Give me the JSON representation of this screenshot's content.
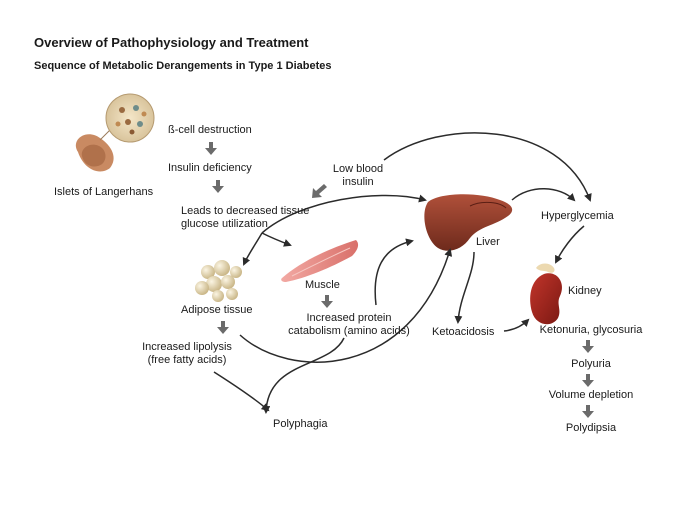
{
  "header": {
    "title": "Overview of Pathophysiology and Treatment",
    "subtitle": "Sequence of Metabolic Derangements in Type 1 Diabetes"
  },
  "labels": {
    "islets": "Islets of Langerhans",
    "beta_cell": "ß-cell destruction",
    "insulin_deficiency": "Insulin deficiency",
    "low_blood_insulin_1": "Low blood",
    "low_blood_insulin_2": "insulin",
    "decreased_glucose_1": "Leads to decreased tissue",
    "decreased_glucose_2": "glucose utilization",
    "liver": "Liver",
    "hyperglycemia": "Hyperglycemia",
    "kidney": "Kidney",
    "muscle": "Muscle",
    "adipose": "Adipose tissue",
    "protein_1": "Increased protein",
    "protein_2": "catabolism (amino acids)",
    "lipolysis_1": "Increased lipolysis",
    "lipolysis_2": "(free fatty acids)",
    "ketoacidosis": "Ketoacidosis",
    "ketonuria": "Ketonuria, glycosuria",
    "polyuria": "Polyuria",
    "volume_depletion": "Volume depletion",
    "polydipsia": "Polydipsia",
    "polyphagia": "Polyphagia"
  },
  "colors": {
    "arrow": "#2b2b2b",
    "block_arrow": "#6b6b6b",
    "liver": "#8e3a2a",
    "kidney": "#9b2a22",
    "muscle": "#e58c86",
    "adipose": "#e6d9b4",
    "islet_tissue": "#c98a62"
  },
  "icons": [
    "islets-illustration",
    "liver-illustration",
    "kidney-illustration",
    "muscle-illustration",
    "adipose-illustration"
  ]
}
